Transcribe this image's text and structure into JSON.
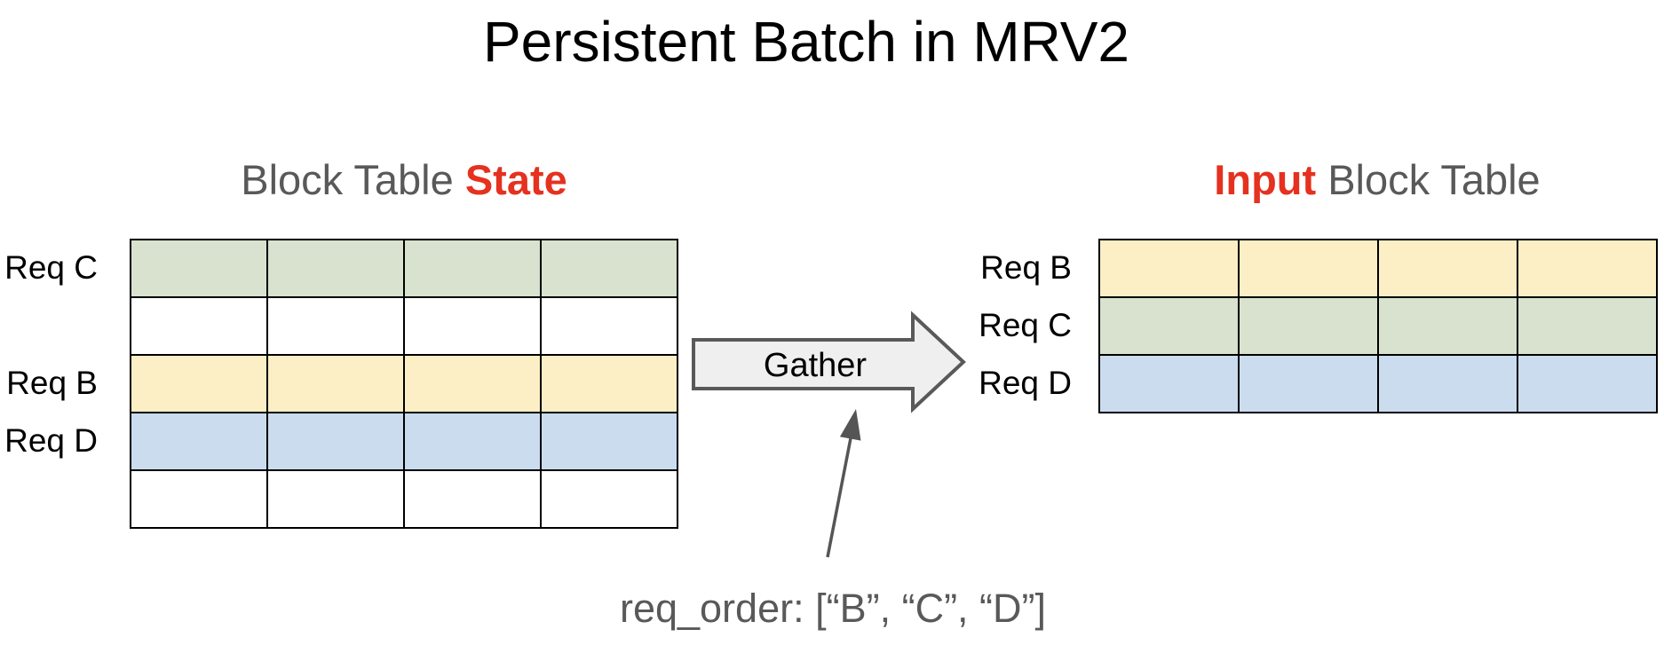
{
  "title": "Persistent Batch in MRV2",
  "left_table": {
    "heading_prefix": "Block Table ",
    "heading_highlight": "State",
    "columns": 4,
    "rows": [
      {
        "label": "Req C",
        "color": "green"
      },
      {
        "label": "",
        "color": "white"
      },
      {
        "label": "Req B",
        "color": "yellow"
      },
      {
        "label": "Req D",
        "color": "blue"
      },
      {
        "label": "",
        "color": "white"
      }
    ]
  },
  "right_table": {
    "heading_highlight": "Input",
    "heading_suffix": " Block Table",
    "columns": 4,
    "rows": [
      {
        "label": "Req B",
        "color": "yellow"
      },
      {
        "label": "Req C",
        "color": "green"
      },
      {
        "label": "Req D",
        "color": "blue"
      }
    ]
  },
  "gather": {
    "label": "Gather"
  },
  "annotation": {
    "text": "req_order: [“B”, “C”, “D”]"
  },
  "colors": {
    "green": "#D8E2CF",
    "yellow": "#FCEEC5",
    "blue": "#CBDCEE",
    "white": "#FFFFFF",
    "heading_gray": "#595959",
    "highlight_red": "#E5311F",
    "arrow_fill": "#EFEFEF",
    "arrow_stroke": "#595959",
    "annotation_arrow": "#555555"
  }
}
